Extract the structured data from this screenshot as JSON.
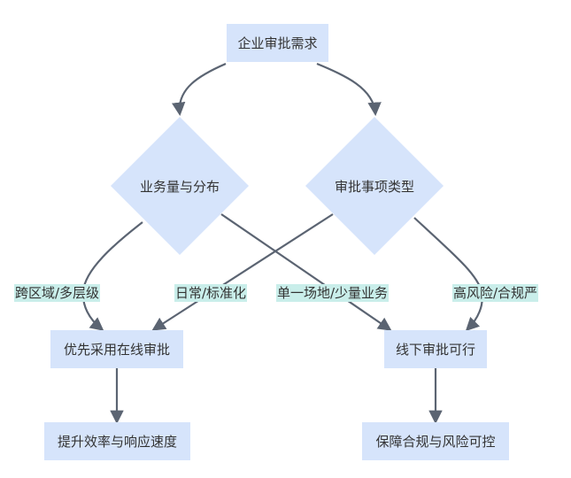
{
  "diagram": {
    "nodes": {
      "start": "企业审批需求",
      "decision_volume": "业务量与分布",
      "decision_type": "审批事项类型",
      "online": "优先采用在线审批",
      "offline": "线下审批可行",
      "efficiency": "提升效率与响应速度",
      "compliance": "保障合规与风险可控"
    },
    "edge_labels": {
      "cross_region": "跨区域/多层级",
      "routine": "日常/标准化",
      "single_site": "单一场地/少量业务",
      "high_risk": "高风险/合规严"
    },
    "colors": {
      "node_fill": "#d6e4fb",
      "label_fill": "#c9eeea",
      "edge": "#5b6472"
    }
  }
}
